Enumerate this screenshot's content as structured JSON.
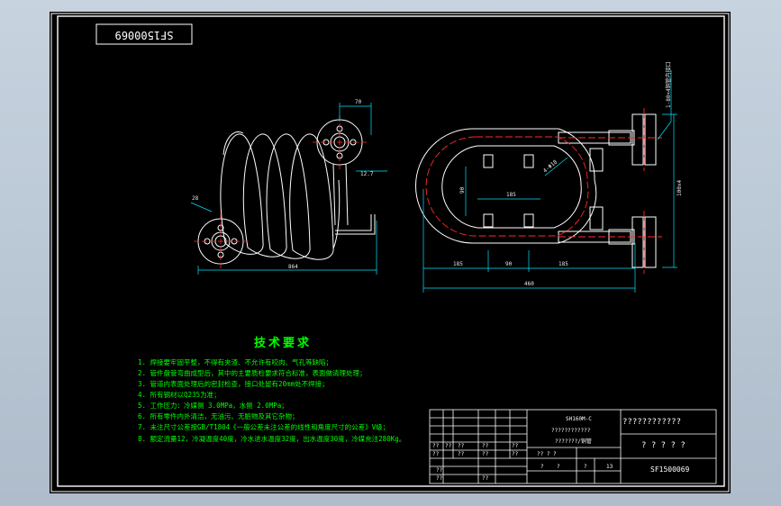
{
  "drawing_number": "SF1500069",
  "mirrored_number": "SF1500069",
  "dimensions": {
    "flange_top_width": "70",
    "flange_side": "12.7",
    "pipe_left": "28",
    "coil_length": "864",
    "tube_callout": "12.7x1",
    "width_left": "185",
    "width_mid": "90",
    "width_right": "185",
    "overall_width": "460",
    "inner_width": "185",
    "inner_height": "90",
    "nozzle_height": "100x4",
    "angle": "4-Φ18",
    "right_callout": "1-80×4铜管内接口"
  },
  "tech_req": {
    "heading": "技术要求",
    "items": [
      "1. 焊接要牢固平整，不得有夹渣、不允许有咬肉、气孔等缺陷；",
      "2. 管件盘管弯曲成型后，其中的主要质检要求符合标准，表面做清理处理；",
      "3. 管道内表面处理后的密封检查，接口处留有20mm处不焊接；",
      "4. 所有钢材以Q235为准；",
      "5. 工作压力：冷媒侧 3.0MPa，水侧 2.0MPa；",
      "6. 所有零件内外清洁，无油污、无脏物及其它杂物；",
      "7. 未注尺寸公差按GB/T1804《一般公差未注公差的线性和角度尺寸的公差》V级；",
      "8. 额定流量12，冷凝温度40度，冷水进水温度32度，出水温度30度，冷媒充注280Kg。"
    ]
  },
  "title_block": {
    "model": "SH160M-C",
    "sub1": "????????????",
    "sub2": "???????/铜管",
    "company": "????????????",
    "name": "? ? ? ? ?",
    "drawing_no": "SF1500069",
    "scale": "13",
    "row1": [
      "??",
      "??",
      "??",
      "??",
      "??"
    ],
    "row2": [
      "??",
      "??",
      "??",
      "??"
    ],
    "approve": "?? ? ?",
    "left_cells": [
      "??",
      "??",
      "??"
    ],
    "stage": [
      "?",
      "?",
      "?"
    ]
  }
}
